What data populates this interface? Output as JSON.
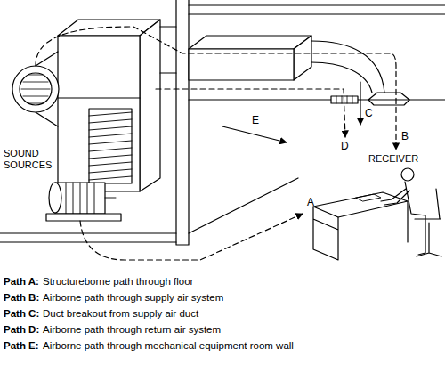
{
  "diagram": {
    "labels": [
      "SOUND SOURCES",
      "E",
      "D",
      "C",
      "B",
      "RECEIVER",
      "A",
      "Path A:",
      "Structureborne path through floor",
      "Path B:",
      "Airborne path through supply air system",
      "Path C:",
      "Duct breakout from supply air duct",
      "Path D:",
      "Airborne path through return air system",
      "Path E:",
      "Airborne path through mechanical equipment room wall"
    ]
  }
}
